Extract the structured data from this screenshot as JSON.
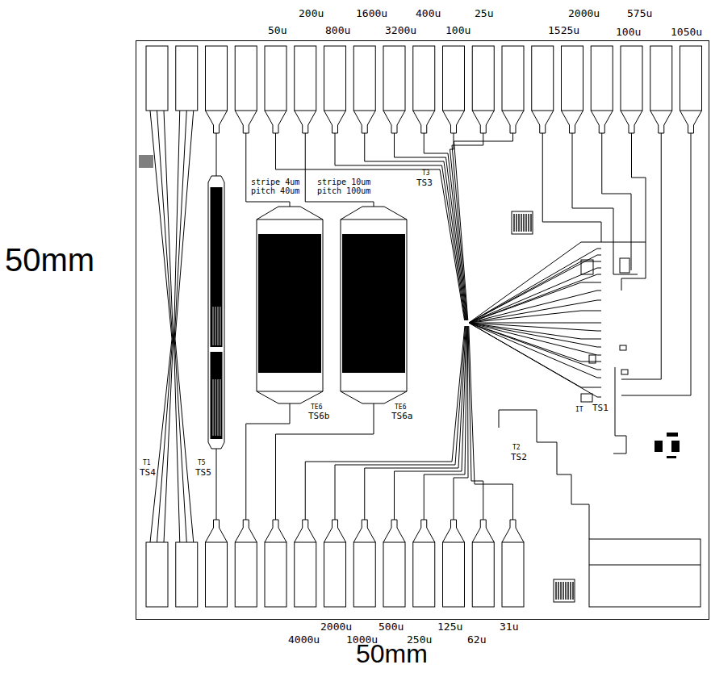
{
  "diagram": {
    "labels": [
      "200u",
      "1600u",
      "400u",
      "25u",
      "2000u",
      "575u",
      "50u",
      "800u",
      "3200u",
      "100u",
      "1525u",
      "100u",
      "1050u",
      "2000u",
      "500u",
      "125u",
      "31u",
      "4000u",
      "1000u",
      "250u",
      "62u",
      "50mm",
      "50mm",
      "stripe 4um pitch 40um",
      "stripe 10um pitch 100um",
      "T1",
      "TS4",
      "T5",
      "TS5",
      "TE6",
      "TS6b",
      "TE6",
      "TS6a",
      "T3",
      "TS3",
      "T2",
      "TS2",
      "IT",
      "TS1"
    ]
  }
}
